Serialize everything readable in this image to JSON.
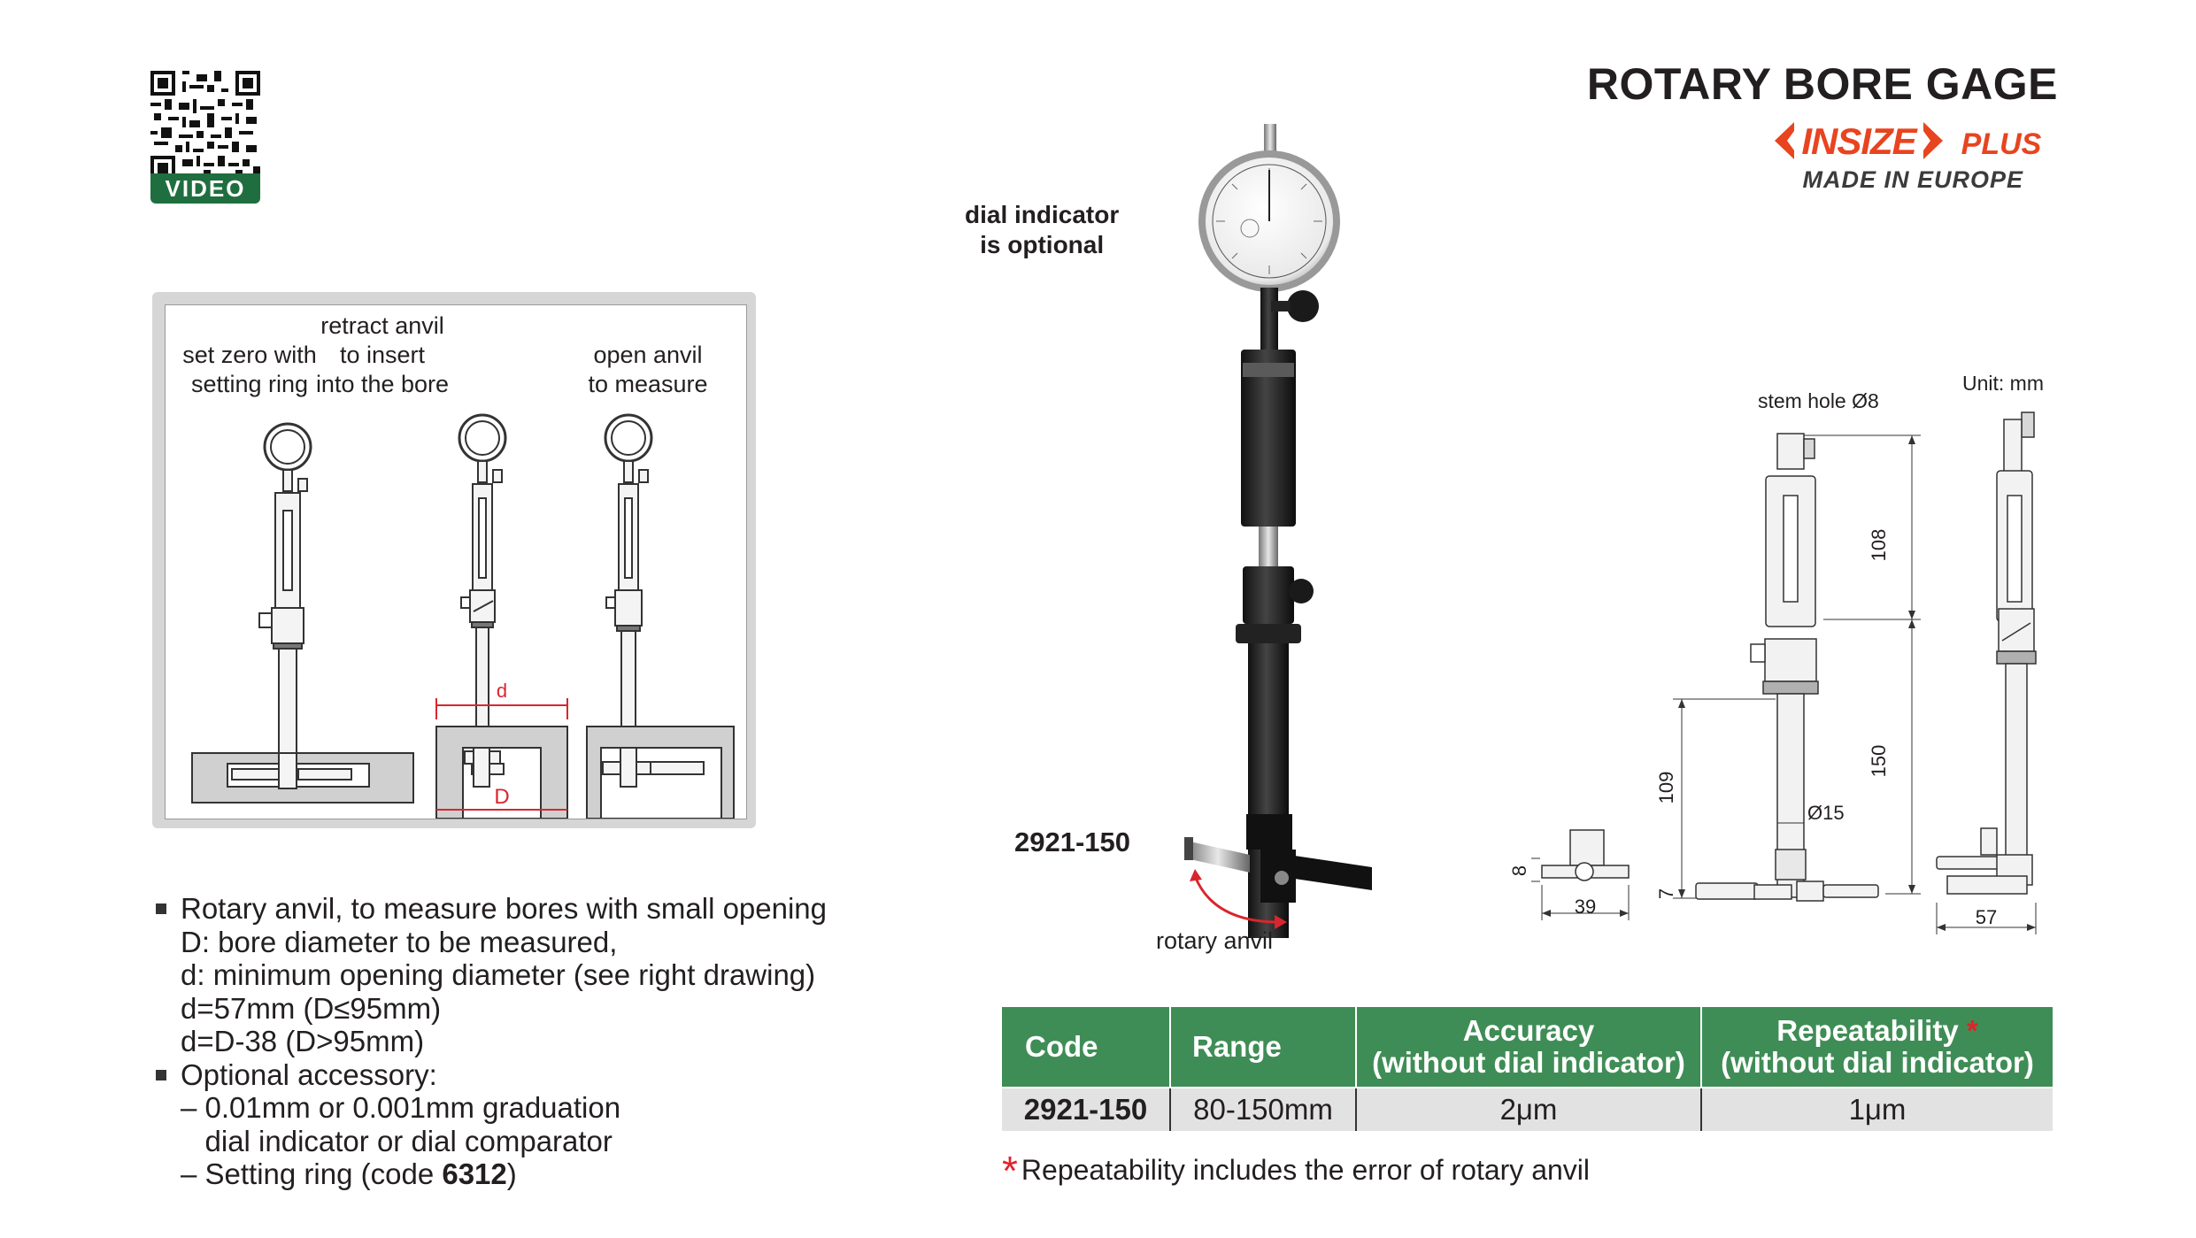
{
  "header": {
    "title": "ROTARY BORE GAGE",
    "brand": "INSIZE",
    "brand_suffix": "PLUS",
    "made_in": "MADE IN EUROPE",
    "brand_color": "#e8441f"
  },
  "qr": {
    "label": "VIDEO",
    "label_color": "#1f6e3f"
  },
  "usage_steps": [
    {
      "label_lines": [
        "set zero with",
        "setting ring"
      ]
    },
    {
      "label_lines": [
        "retract anvil",
        "to insert",
        "into the bore"
      ]
    },
    {
      "label_lines": [
        "open anvil",
        "to measure"
      ]
    }
  ],
  "usage_marks": {
    "small_d": "d",
    "big_d": "D",
    "mark_color": "#d9262e"
  },
  "features": [
    {
      "bullet": true,
      "text": "Rotary anvil, to measure bores with small opening"
    },
    {
      "bullet": false,
      "text": "D: bore diameter to be measured,"
    },
    {
      "bullet": false,
      "text": "d: minimum opening diameter (see right drawing)"
    },
    {
      "bullet": false,
      "text": "d=57mm (D≤95mm)"
    },
    {
      "bullet": false,
      "text": "d=D-38 (D>95mm)"
    },
    {
      "bullet": true,
      "text": "Optional accessory:"
    },
    {
      "bullet": false,
      "text": "– 0.01mm or 0.001mm graduation"
    },
    {
      "bullet": false,
      "text": "   dial indicator or dial comparator"
    },
    {
      "bullet": false,
      "text": "– Setting ring (code ",
      "bold": "6312",
      "after": ")"
    }
  ],
  "photo": {
    "dial_note_lines": [
      "dial indicator",
      "is optional"
    ],
    "code": "2921-150",
    "rotary_label": "rotary anvil"
  },
  "drawing": {
    "unit": "Unit: mm",
    "stem_hole": "stem hole Ø8",
    "dim_108": "108",
    "dim_150": "150",
    "dim_109": "109",
    "dim_15": "Ø15",
    "dim_7": "7",
    "dim_8": "8",
    "dim_39": "39",
    "dim_57": "57"
  },
  "table": {
    "headers": {
      "code": "Code",
      "range": "Range",
      "accuracy_1": "Accuracy",
      "accuracy_2": "(without dial indicator)",
      "repeat_1": "Repeatability",
      "repeat_star": "*",
      "repeat_2": "(without dial indicator)"
    },
    "rows": [
      {
        "code": "2921-150",
        "range": "80-150mm",
        "accuracy": "2μm",
        "repeatability": "1μm"
      }
    ],
    "header_color": "#3f8d56"
  },
  "footnote": {
    "star": "*",
    "text": "Repeatability includes the error of rotary anvil"
  }
}
